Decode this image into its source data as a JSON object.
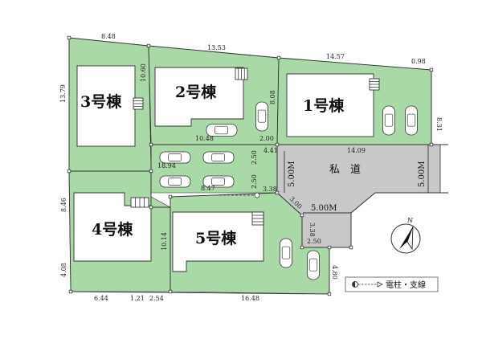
{
  "buildings": {
    "b1": "1号棟",
    "b2": "2号棟",
    "b3": "3号棟",
    "b4": "4号棟",
    "b5": "5号棟"
  },
  "road": {
    "label": "私　道",
    "width_left": "5.00M",
    "width_right": "5.00M",
    "width_bottom": "5.00M"
  },
  "dimensions": {
    "d_8_48": "8.48",
    "d_13_53": "13.53",
    "d_14_57": "14.57",
    "d_0_98": "0.98",
    "d_13_79": "13.79",
    "d_10_60": "10.60",
    "d_8_08": "8.08",
    "d_8_31": "8.31",
    "d_10_48": "10.48",
    "d_2_00": "2.00",
    "d_4_41": "4.41",
    "d_14_09": "14.09",
    "d_18_94": "18.94",
    "d_2_50a": "2.50",
    "d_2_50b": "2.50",
    "d_8_47": "8.47",
    "d_3_38a": "3.38",
    "d_3_00": "3.00",
    "d_3_38b": "3.38",
    "d_2_50c": "2.50",
    "d_8_46": "8.46",
    "d_10_14": "10.14",
    "d_4_08": "4.08",
    "d_4_80": "4.80",
    "d_6_44": "6.44",
    "d_1_21": "1.21",
    "d_2_54": "2.54",
    "d_16_48": "16.48"
  },
  "legend": {
    "label": "電柱・支線"
  },
  "compass": {
    "north": "N"
  },
  "colors": {
    "lot": "#a9d9a6",
    "road": "#c8c8c8",
    "line": "#333333"
  }
}
